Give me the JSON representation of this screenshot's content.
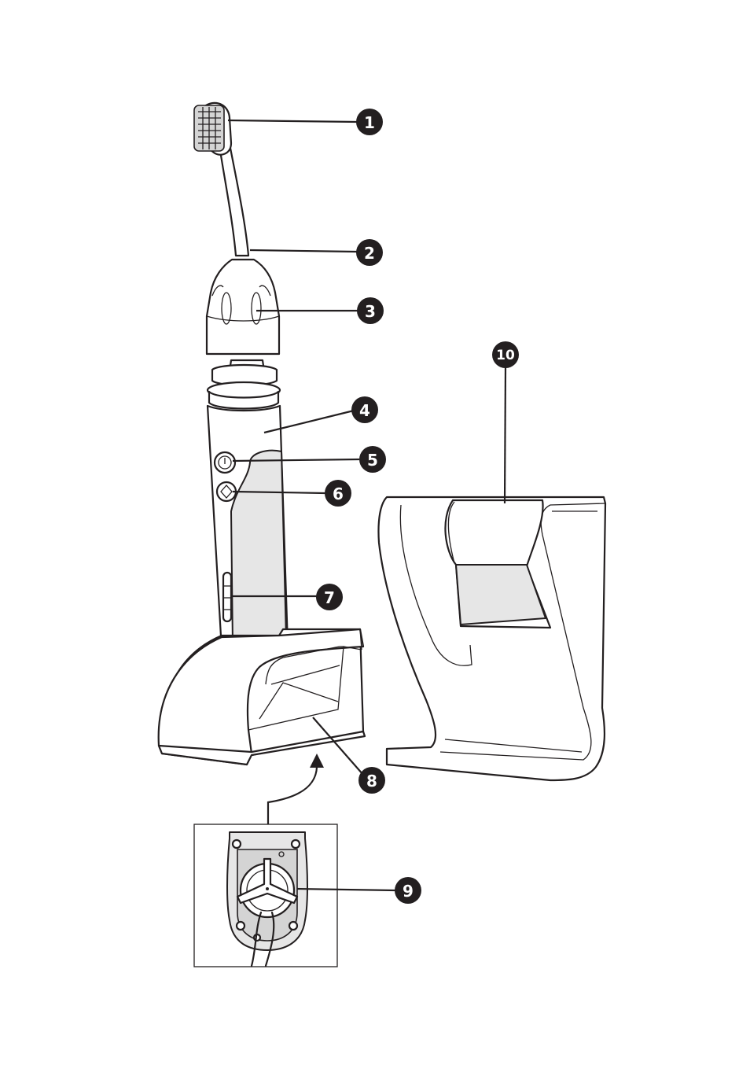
{
  "callouts": [
    {
      "id": 1,
      "label": "1"
    },
    {
      "id": 2,
      "label": "2"
    },
    {
      "id": 3,
      "label": "3"
    },
    {
      "id": 4,
      "label": "4"
    },
    {
      "id": 5,
      "label": "5"
    },
    {
      "id": 6,
      "label": "6"
    },
    {
      "id": 7,
      "label": "7"
    },
    {
      "id": 8,
      "label": "8"
    },
    {
      "id": 9,
      "label": "9"
    },
    {
      "id": 10,
      "label": "10"
    }
  ],
  "colors": {
    "ink": "#231f20",
    "badge_text": "#ffffff",
    "shade": "#e6e6e6"
  }
}
